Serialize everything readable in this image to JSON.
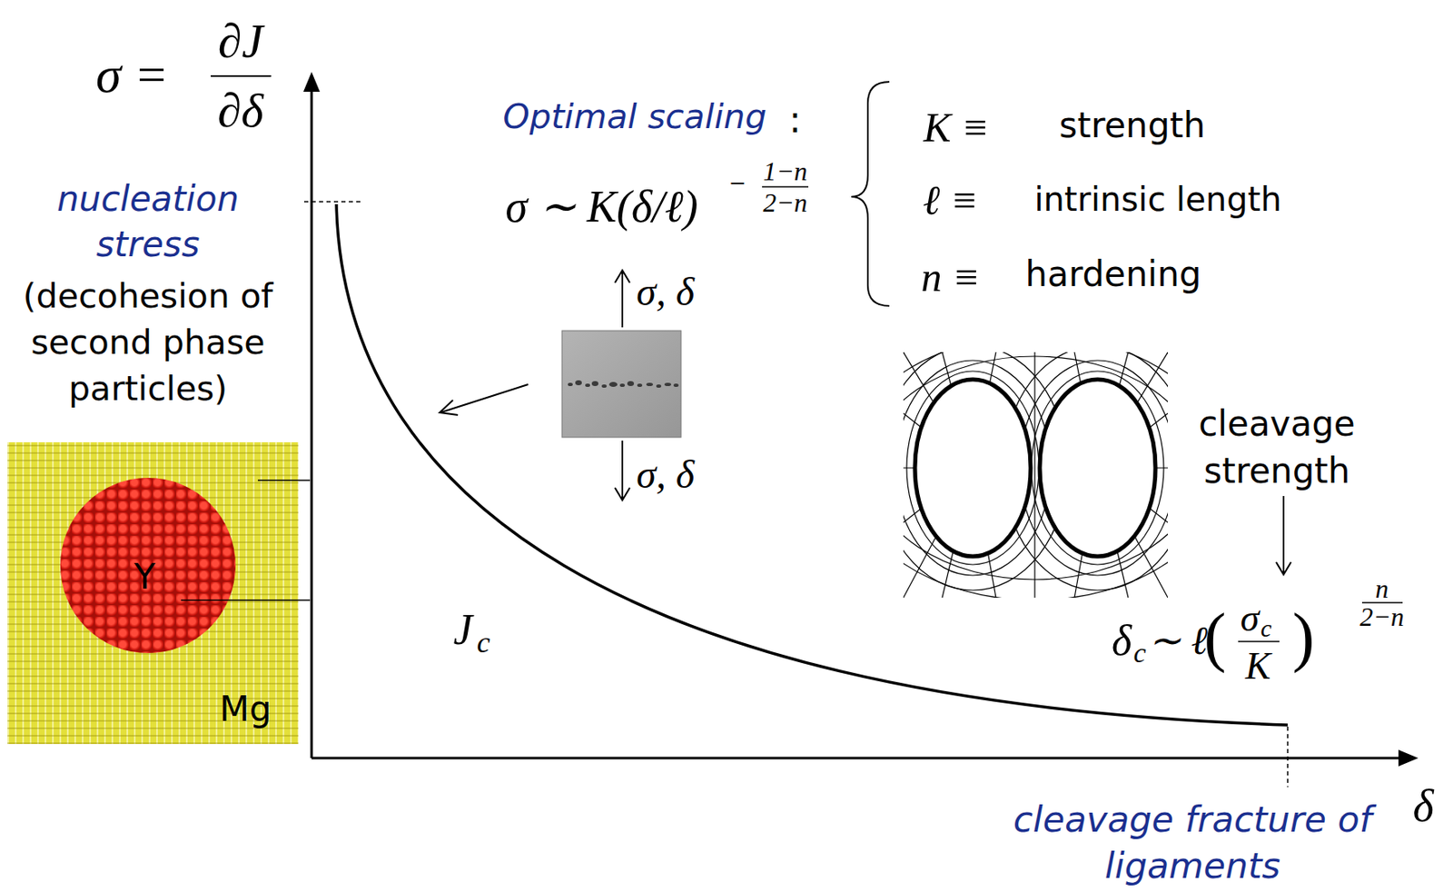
{
  "diagram": {
    "nodes": [
      {
        "text": [
          "Mg"
        ]
      },
      {
        "text": [
          "Y"
        ],
        "in": 0
      }
    ],
    "labels": [
      "σ =",
      "∂J",
      "∂δ",
      "nucleation stress",
      "(decohesion of second phase particles)",
      "Optimal scaling",
      ":",
      "σ ∼ K(δ/ℓ)",
      "−",
      "1−n",
      "2−n",
      "K ≡",
      "strength",
      "ℓ ≡",
      "intrinsic length",
      "n ≡",
      "hardening",
      "σ, δ",
      "σ, δ",
      "cleavage strength",
      "J",
      "c",
      "δ",
      "c",
      "∼ ℓ",
      "(",
      "σ",
      "c",
      "K",
      ")",
      "n",
      "2−n",
      "δ",
      "cleavage fracture of ligaments"
    ]
  }
}
